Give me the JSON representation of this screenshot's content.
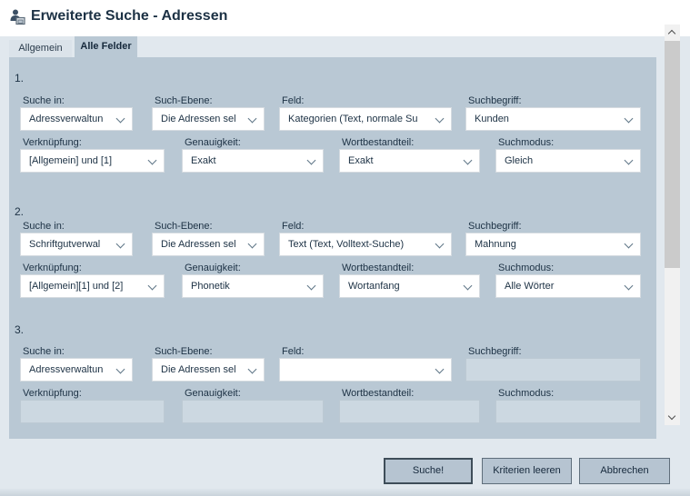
{
  "window": {
    "title": "Erweiterte Suche - Adressen"
  },
  "tabs": {
    "allgemein": "Allgemein",
    "alle_felder": "Alle Felder",
    "active": "Alle Felder"
  },
  "field_labels": {
    "suche_in": "Suche in:",
    "such_ebene": "Such-Ebene:",
    "feld": "Feld:",
    "suchbegriff": "Suchbegriff:",
    "verknuepfung": "Verknüpfung:",
    "genauigkeit": "Genauigkeit:",
    "wortbestandteil": "Wortbestandteil:",
    "suchmodus": "Suchmodus:"
  },
  "sections": [
    {
      "number": "1.",
      "suche_in": "Adressverwaltun",
      "such_ebene": "Die Adressen sel",
      "feld": "Kategorien (Text, normale Su",
      "suchbegriff": "Kunden",
      "verknuepfung": "[Allgemein] und [1]",
      "genauigkeit": "Exakt",
      "wortbestandteil": "Exakt",
      "suchmodus": "Gleich"
    },
    {
      "number": "2.",
      "suche_in": "Schriftgutverwal",
      "such_ebene": "Die Adressen sel",
      "feld": "Text (Text, Volltext-Suche)",
      "suchbegriff": "Mahnung",
      "verknuepfung": "[Allgemein][1] und [2]",
      "genauigkeit": "Phonetik",
      "wortbestandteil": "Wortanfang",
      "suchmodus": "Alle Wörter"
    },
    {
      "number": "3.",
      "suche_in": "Adressverwaltun",
      "such_ebene": "Die Adressen sel",
      "feld": "",
      "suchbegriff": "",
      "verknuepfung": "",
      "genauigkeit": "",
      "wortbestandteil": "",
      "suchmodus": ""
    }
  ],
  "buttons": {
    "search": "Suche!",
    "clear": "Kriterien leeren",
    "cancel": "Abbrechen"
  },
  "colors": {
    "panel_bg": "#b9c8d4",
    "window_bg": "#e1e8ee",
    "title_bg": "#ffffff",
    "text": "#1c3144",
    "disabled_field_bg": "#ccd8e1",
    "button_bg": "#b6c4d1",
    "default_button_border": "#3e4d59"
  }
}
